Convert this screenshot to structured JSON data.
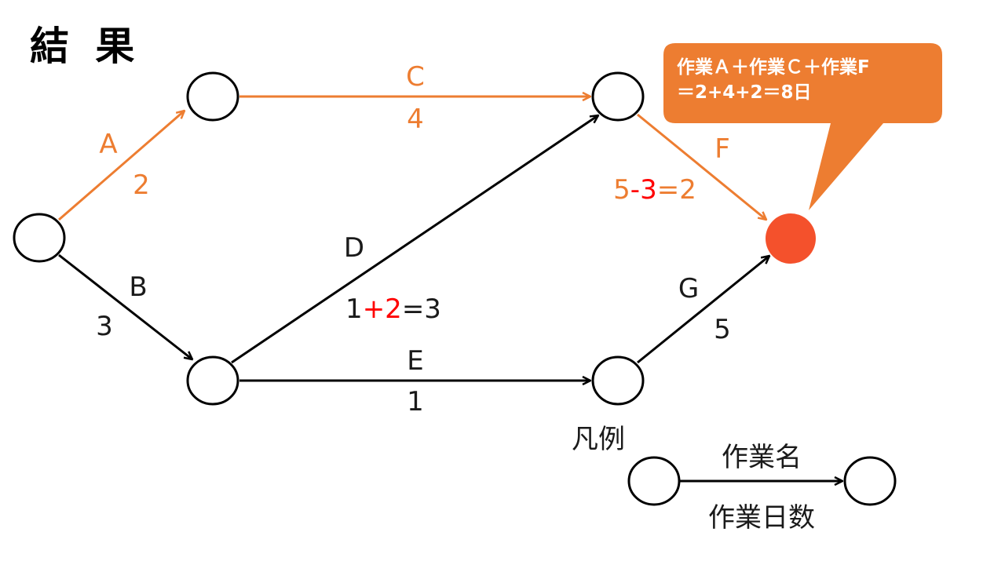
{
  "title": "結 果",
  "colors": {
    "critical": "#ed7d31",
    "normal": "#000000",
    "highlight": "#ff0000",
    "end_node": "#f4512c",
    "callout": "#ed7d31"
  },
  "activities": {
    "A": {
      "name": "A",
      "days": "2",
      "critical": true
    },
    "B": {
      "name": "B",
      "days": "3",
      "critical": false
    },
    "C": {
      "name": "C",
      "days": "4",
      "critical": true
    },
    "D": {
      "name": "D",
      "days_parts": [
        "1",
        "+2",
        "=3"
      ],
      "critical": false
    },
    "E": {
      "name": "E",
      "days": "1",
      "critical": false
    },
    "F": {
      "name": "F",
      "days_parts": [
        "5",
        "-3",
        "=2"
      ],
      "critical": true
    },
    "G": {
      "name": "G",
      "days": "5",
      "critical": false
    }
  },
  "callout": {
    "line1": "作業Ａ＋作業Ｃ＋作業F",
    "line2": "＝2+4+2＝8日"
  },
  "legend": {
    "title": "凡例",
    "activity_name": "作業名",
    "activity_days": "作業日数"
  }
}
